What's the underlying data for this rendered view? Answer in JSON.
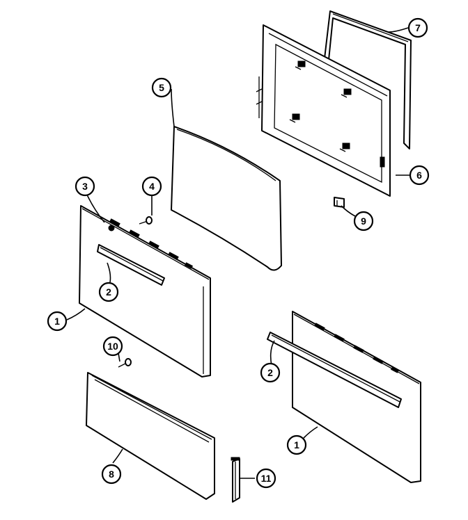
{
  "callouts": {
    "c1a": "1",
    "c1b": "1",
    "c2a": "2",
    "c2b": "2",
    "c3": "3",
    "c4": "4",
    "c5": "5",
    "c6": "6",
    "c7": "7",
    "c8": "8",
    "c9": "9",
    "c10": "10",
    "c11": "11"
  }
}
